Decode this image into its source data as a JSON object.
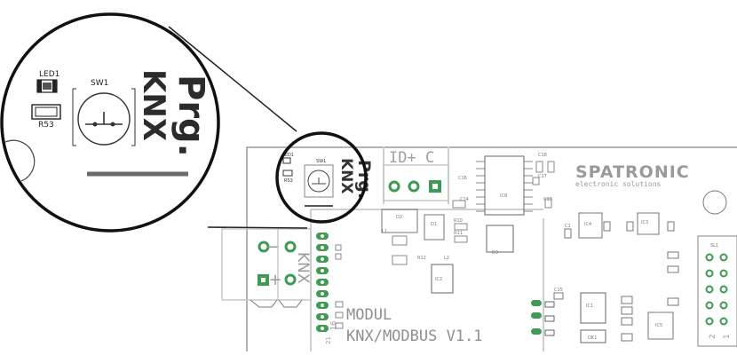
{
  "board": {
    "brand": "SPATRONIC",
    "brand_sub": "electronic solutions",
    "module_line1": "MODUL",
    "module_line2": "KNX/MODBUS V1.1",
    "knx_label": "KNX",
    "knx_minus": "−",
    "knx_plus": "+",
    "prg_label": "Prg.",
    "prg_knx": "KNX",
    "top_conn_label": "ID+ C",
    "pin_16": "16",
    "pin_21": "21",
    "header_ref": "SL1",
    "header_pin_2": "2",
    "header_pin_1": "1",
    "small_labels": {
      "ic8": "IC8",
      "ic4": "IC4",
      "ic2": "IC2",
      "ic3": "IC3",
      "ic1": "IC1",
      "ic5": "IC5",
      "d2": "D2",
      "d1": "D1",
      "d3": "D3",
      "c1": "C1",
      "c13": "C13",
      "c14": "C14",
      "c15": "C15",
      "c16": "C16",
      "c17": "C17",
      "c18": "C18",
      "l1": "L1",
      "l2": "L2",
      "r10": "R10",
      "r11": "R11",
      "r12": "R12",
      "oc1": "OK1"
    }
  },
  "zoom": {
    "led_label": "LED1",
    "sw_label": "SW1",
    "res_label": "R53",
    "prg_label": "Prg.",
    "knx_label": "KNX"
  }
}
